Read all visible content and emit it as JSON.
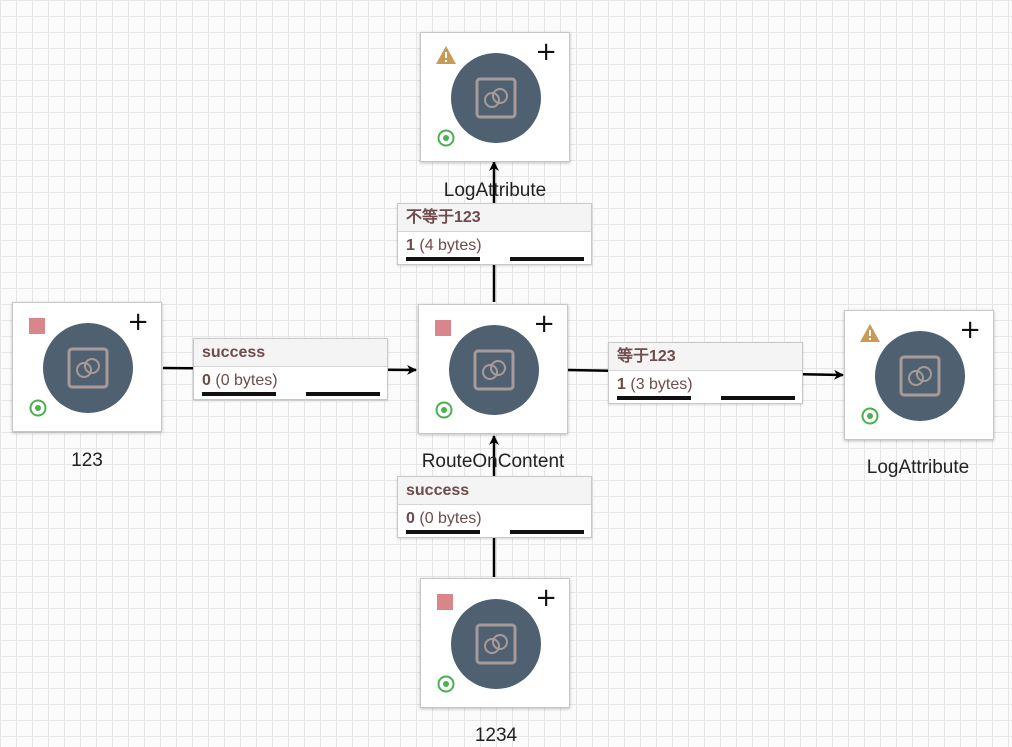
{
  "canvas": {
    "grid": "on",
    "background": "#fbfbfb"
  },
  "colors": {
    "node_circle": "#4f6170",
    "stopped": "#d9868a",
    "warning": "#c79a55",
    "running": "#4caf50",
    "connection_text": "#6f4b4b"
  },
  "processors": [
    {
      "id": "gen-123",
      "name": "123",
      "status": "stopped",
      "status_icon": "stop-icon",
      "add_icon": "plus-icon"
    },
    {
      "id": "route",
      "name": "RouteOnContent",
      "status": "stopped",
      "status_icon": "stop-icon",
      "add_icon": "plus-icon"
    },
    {
      "id": "log-top",
      "name": "LogAttribute",
      "status": "invalid",
      "status_icon": "warning-icon",
      "add_icon": "plus-icon"
    },
    {
      "id": "log-right",
      "name": "LogAttribute",
      "status": "invalid",
      "status_icon": "warning-icon",
      "add_icon": "plus-icon"
    },
    {
      "id": "gen-1234",
      "name": "1234",
      "status": "stopped",
      "status_icon": "stop-icon",
      "add_icon": "plus-icon"
    }
  ],
  "connections": [
    {
      "id": "c-left",
      "relationship": "success",
      "queued_count": "0",
      "queued_size": "(0 bytes)"
    },
    {
      "id": "c-top",
      "relationship": "不等于123",
      "queued_count": "1",
      "queued_size": "(4 bytes)"
    },
    {
      "id": "c-right",
      "relationship": "等于123",
      "queued_count": "1",
      "queued_size": "(3 bytes)"
    },
    {
      "id": "c-bottom",
      "relationship": "success",
      "queued_count": "0",
      "queued_size": "(0 bytes)"
    }
  ]
}
